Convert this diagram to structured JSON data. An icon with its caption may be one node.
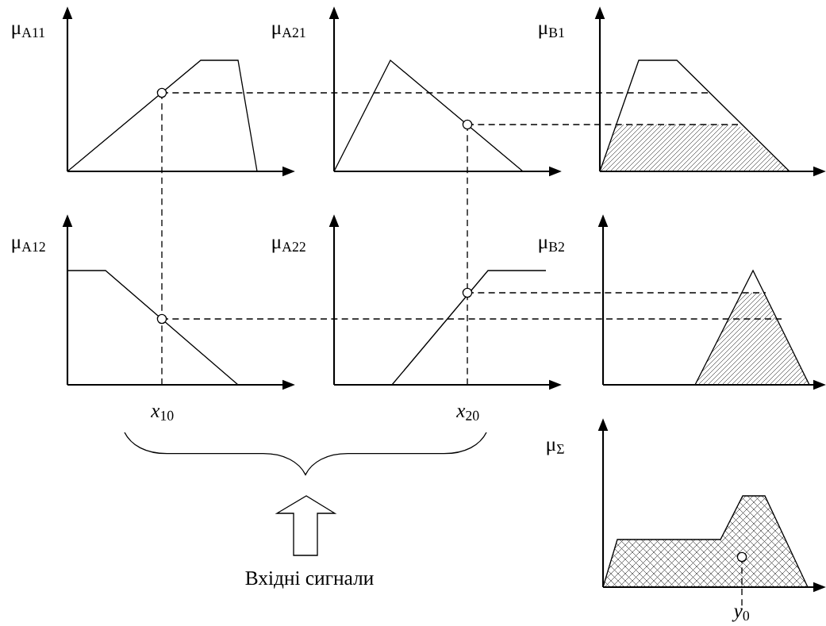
{
  "diagram": {
    "labels": [
      "μ$_{A11}$",
      "μ$_{A21}$",
      "μ$_{B1}$",
      "μ$_{A12}$",
      "μ$_{A22}$",
      "μ$_{B2}$",
      "*x*$_{10}$",
      "*x*$_{20}$",
      "μ$_{Σ}$",
      "Вхідні сигнали",
      "*y*$_{0}$"
    ]
  }
}
